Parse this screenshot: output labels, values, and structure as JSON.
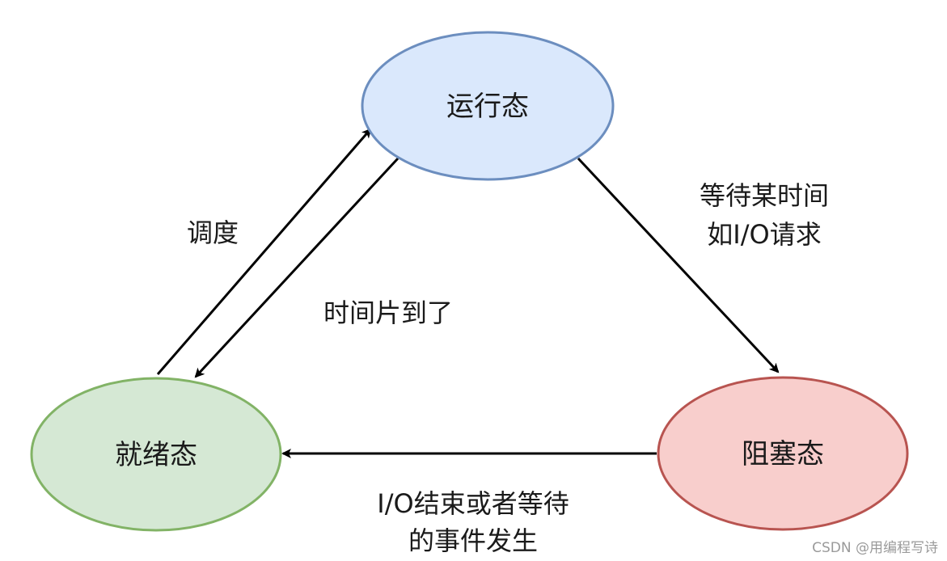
{
  "diagram": {
    "states": {
      "running": {
        "label": "运行态",
        "fill": "#dae8fc",
        "stroke": "#6c8ebf"
      },
      "ready": {
        "label": "就绪态",
        "fill": "#d5e8d4",
        "stroke": "#82b366"
      },
      "blocked": {
        "label": "阻塞态",
        "fill": "#f8cecc",
        "stroke": "#b85450"
      }
    },
    "transitions": {
      "schedule": {
        "label": "调度"
      },
      "timeslice": {
        "label": "时间片到了"
      },
      "wait": {
        "line1": "等待某时间",
        "line2": "如I/O请求"
      },
      "io_done": {
        "line1": "I/O结束或者等待",
        "line2": "的事件发生"
      }
    },
    "edge_color": "#000000"
  },
  "watermark": "CSDN @用编程写诗"
}
